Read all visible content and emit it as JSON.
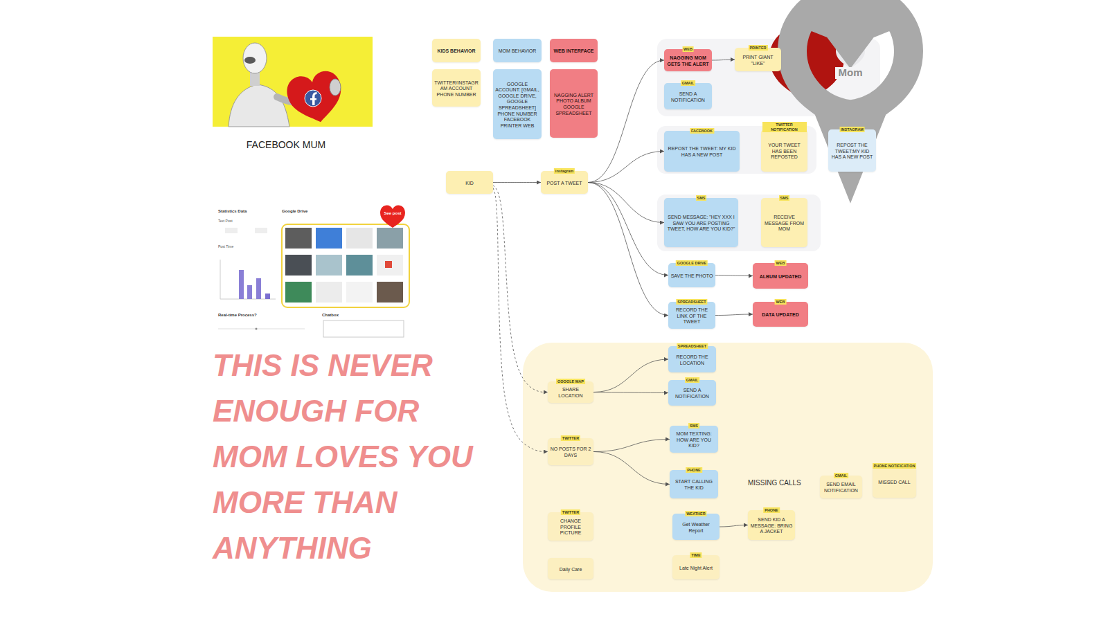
{
  "diagram": {
    "nodes": [
      {
        "text": [
          "KIDS BEHAVIOR"
        ]
      },
      {
        "text": [
          "MOM BEHAVIOR"
        ]
      },
      {
        "text": [
          "WEB INTERFACE"
        ]
      },
      {
        "text": [
          "TWITTER/INSTAGRAM ACCOUNT PHONE NUMBER"
        ]
      },
      {
        "text": [
          "GOOGLE ACCOUNT: [GMAIL, GOOGLE DRIVE, GOOGLE SPREADSHEET] PHONE NUMBER FACEBOOK PRINTER WEB"
        ]
      },
      {
        "text": [
          "NAGGING ALERT PHOTO ALBUM GOOGLE SPREADSHEET"
        ]
      },
      {
        "text": [
          "KID"
        ]
      },
      {
        "text": [
          "instagram",
          "POST A TWEET"
        ]
      },
      {
        "text": [
          "WEB",
          "NAGGING MOM GETS THE ALERT"
        ]
      },
      {
        "text": [
          "PRINTER",
          "PRINT GIANT \"LIKE\""
        ]
      },
      {
        "text": [
          "GMAIL",
          "SEND A NOTIFICATION"
        ]
      },
      {
        "text": [
          "FACEBOOK",
          "REPOST THE TWEET: MY KID HAS A NEW POST"
        ]
      },
      {
        "text": [
          "TWITTER NOTIFICATION",
          "YOUR TWEET HAS BEEN REPOSTED"
        ]
      },
      {
        "text": [
          "INSTAGRAM",
          "REPOST THE TWEET:MY KID HAS A NEW POST"
        ]
      },
      {
        "text": [
          "SMS",
          "SEND MESSAGE: \"HEY XXX I SAW YOU ARE POSTING TWEET, HOW ARE YOU KID?\""
        ]
      },
      {
        "text": [
          "SMS",
          "RECEIVE MESSAGE FROM MOM"
        ]
      },
      {
        "text": [
          "GOOGLE DRIVE",
          "SAVE THE PHOTO"
        ]
      },
      {
        "text": [
          "WEB",
          "ALBUM UPDATED"
        ]
      },
      {
        "text": [
          "SPREADSHEET",
          "RECORD THE LINK OF THE TWEET"
        ]
      },
      {
        "text": [
          "WEB",
          "DATA UPDATED"
        ]
      },
      {
        "text": [
          "SPREADSHEET",
          "RECORD THE LOCATION"
        ]
      },
      {
        "text": [
          "GOOGLE MAP",
          "SHARE LOCATION"
        ]
      },
      {
        "text": [
          "GMAIL",
          "SEND A NOTIFICATION"
        ]
      },
      {
        "text": [
          "SMS",
          "MOM TEXTING: HOW ARE YOU KID?"
        ]
      },
      {
        "text": [
          "TWITTER",
          "NO POSTS FOR 2 DAYS"
        ]
      },
      {
        "text": [
          "PHONE",
          "START CALLING THE KID"
        ]
      },
      {
        "text": [
          "GMAIL",
          "SEND EMAIL NOTIFICATION"
        ]
      },
      {
        "text": [
          "PHONE NOTIFICATION",
          "MISSED CALL"
        ]
      },
      {
        "text": [
          "TWITTER",
          "CHANGE PROFILE PICTURE"
        ]
      },
      {
        "text": [
          "WEATHER",
          "Get Weather Report"
        ]
      },
      {
        "text": [
          "PHONE",
          "SEND KID A MESSAGE: BRING A JACKET"
        ]
      },
      {
        "text": [
          "Daily Care"
        ]
      },
      {
        "text": [
          "TIME",
          "Late Night Alert"
        ]
      }
    ],
    "edges": [
      {
        "from": 6,
        "to": 7,
        "arrow": "to"
      },
      {
        "from": 7,
        "to": 8,
        "arrow": "to"
      },
      {
        "from": 7,
        "to": 11,
        "arrow": "to"
      },
      {
        "from": 7,
        "to": 14,
        "arrow": "to"
      },
      {
        "from": 7,
        "to": 16,
        "arrow": "to"
      },
      {
        "from": 7,
        "to": 18,
        "arrow": "to"
      },
      {
        "from": 8,
        "to": 9,
        "arrow": "to"
      },
      {
        "from": 16,
        "to": 17,
        "arrow": "to"
      },
      {
        "from": 18,
        "to": 19,
        "arrow": "to"
      },
      {
        "from": 6,
        "to": 21,
        "arrow": "to"
      },
      {
        "from": 6,
        "to": 24,
        "arrow": "to"
      },
      {
        "from": 21,
        "to": 20,
        "arrow": "to"
      },
      {
        "from": 21,
        "to": 22,
        "arrow": "to"
      },
      {
        "from": 24,
        "to": 23,
        "arrow": "to"
      },
      {
        "from": 24,
        "to": 25,
        "arrow": "to"
      },
      {
        "from": 29,
        "to": 30,
        "arrow": "to"
      }
    ],
    "labels": [
      "FACEBOOK MUM",
      "Statistics Data",
      "Google Drive",
      "See post",
      "Text Post",
      "Post Time",
      "Real-time Process?",
      "Chatbox",
      "THIS IS NEVER ENOUGH FOR MOM LOVES YOU MORE THAN ANYTHING",
      "MISSING CALLS",
      "Mom"
    ]
  }
}
